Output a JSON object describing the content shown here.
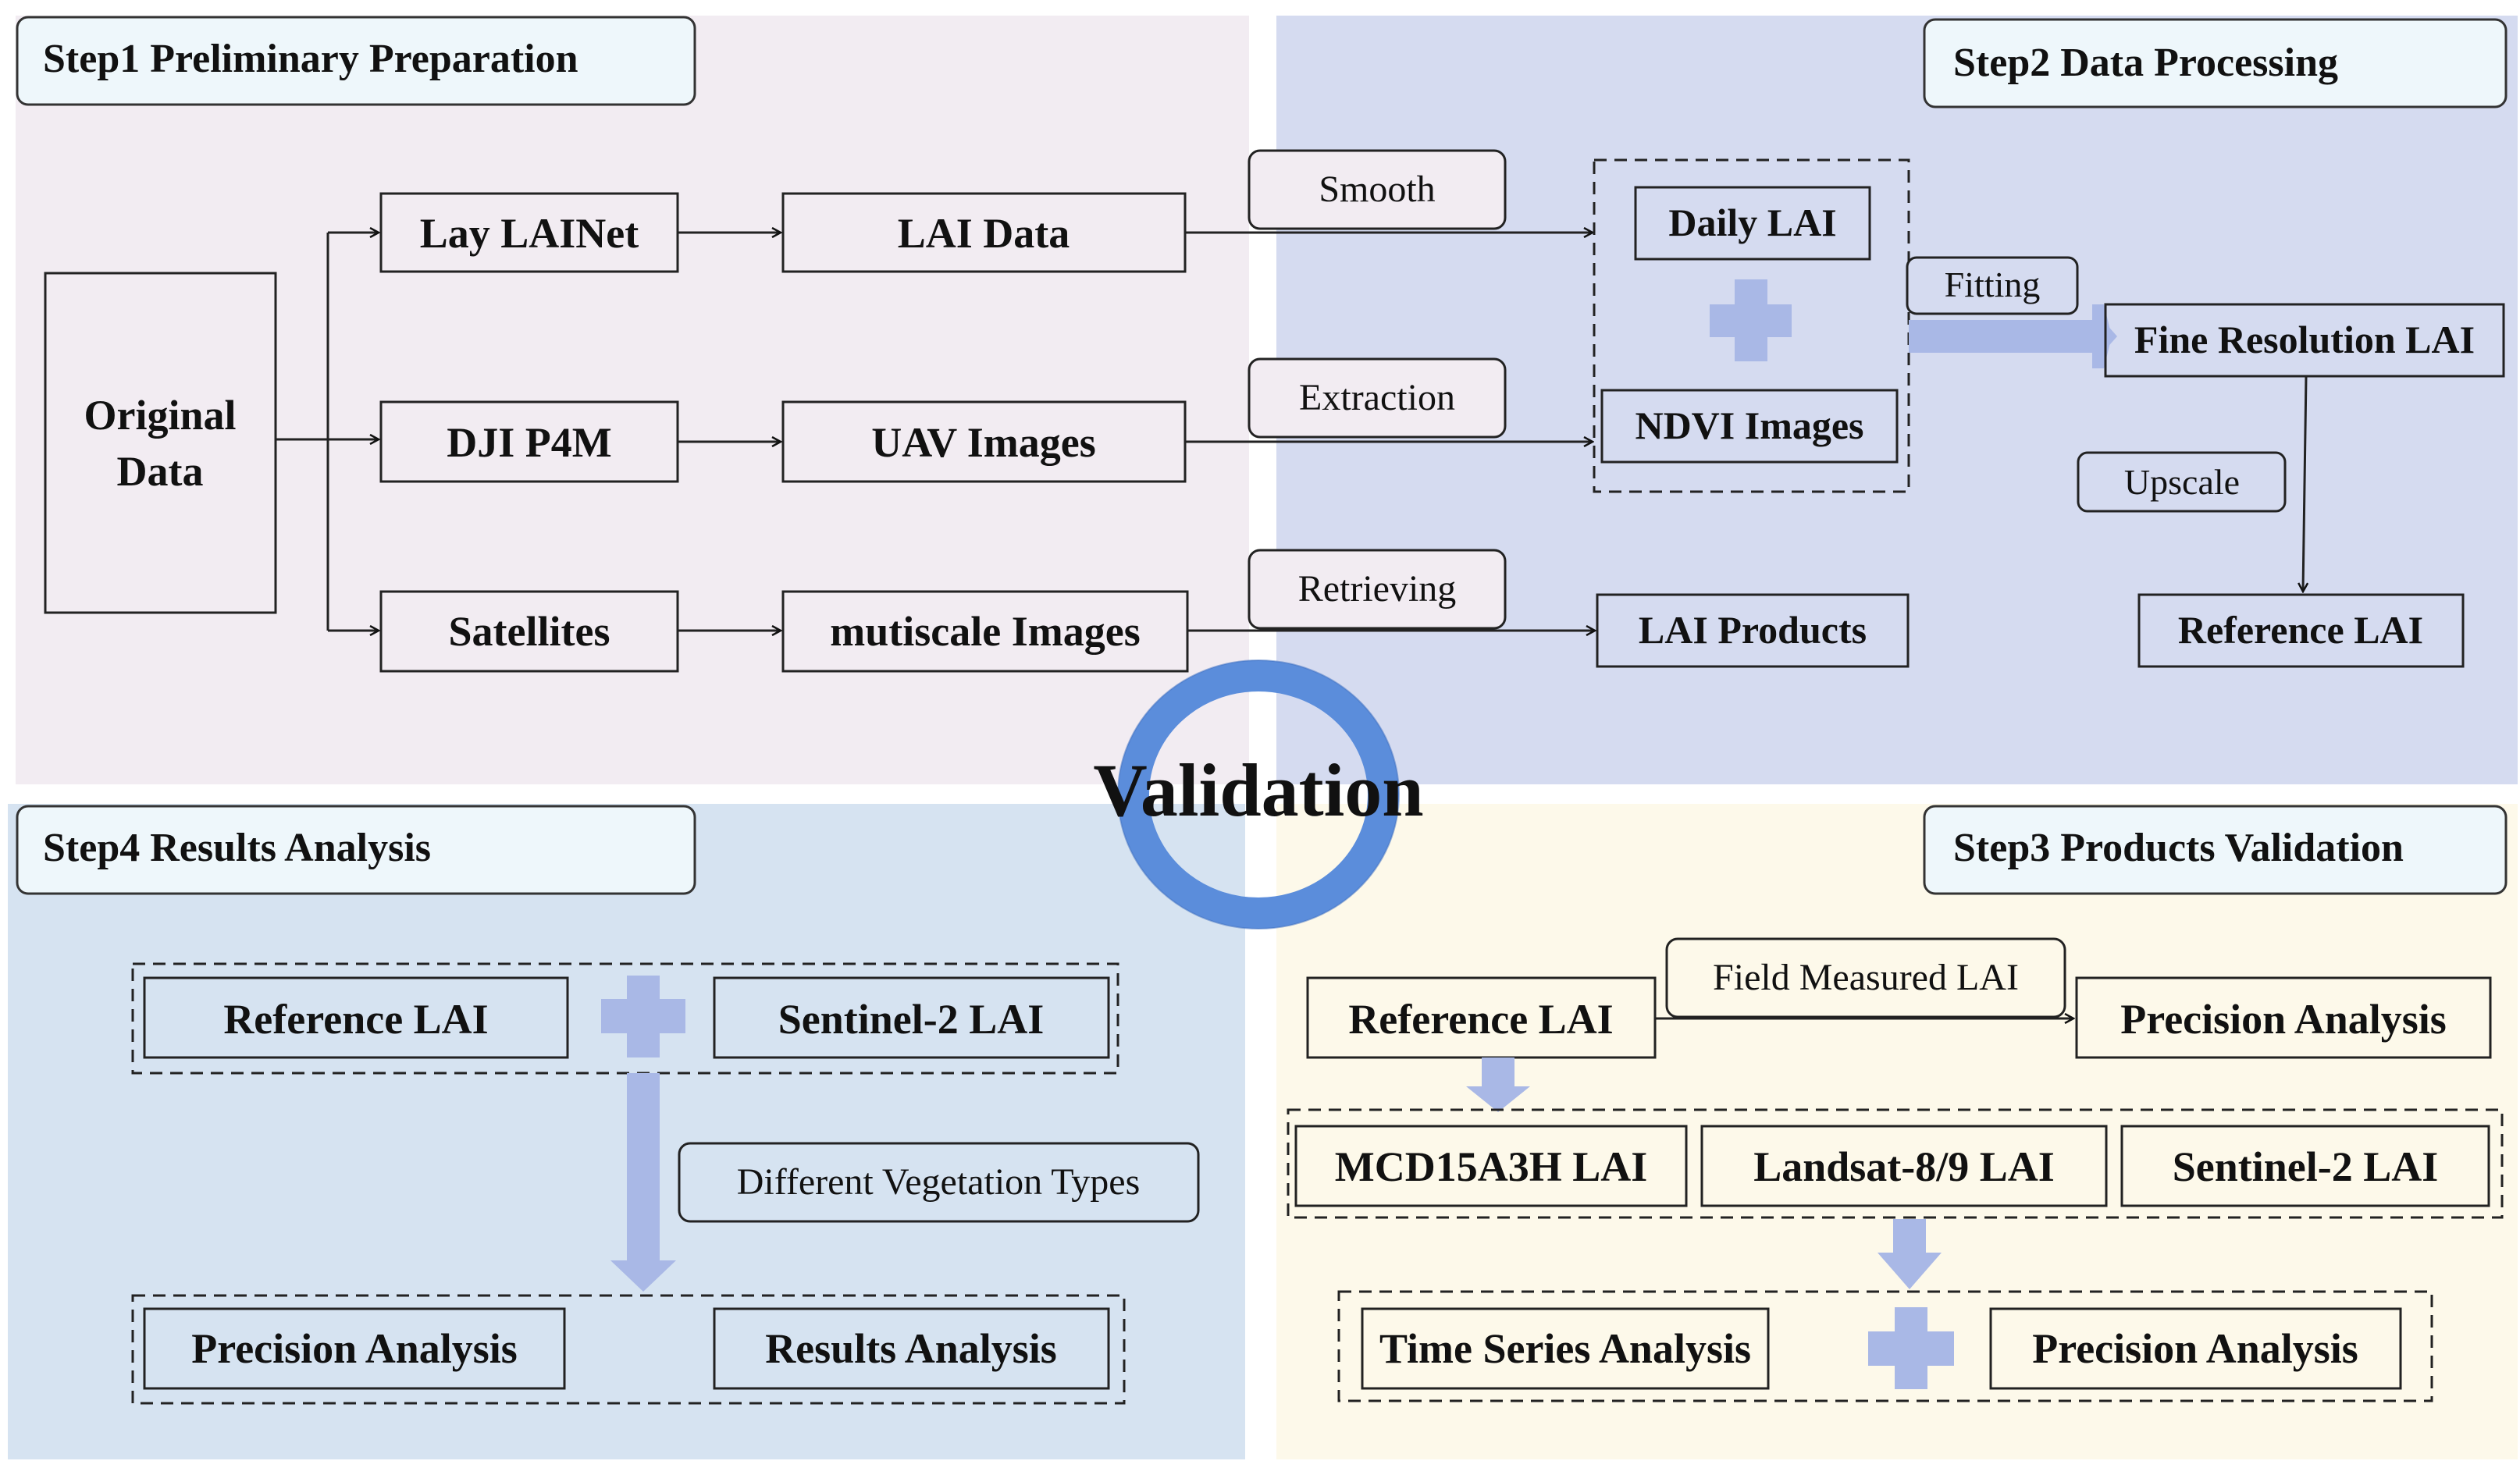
{
  "quadrants": {
    "step1": {
      "title": "Step1 Preliminary Preparation",
      "color": "#f2ecf2"
    },
    "step2": {
      "title": "Step2 Data Processing",
      "color": "#d5dbf0"
    },
    "step3": {
      "title": "Step3 Products Validation",
      "color": "#fdf9ea"
    },
    "step4": {
      "title": "Step4 Results Analysis",
      "color": "#d6e3f1"
    }
  },
  "step1": {
    "origin": {
      "line1": "Original",
      "line2": "Data"
    },
    "sources": [
      "Lay LAINet",
      "DJI P4M",
      "Satellites"
    ],
    "outputs": [
      "LAI Data",
      "UAV Images",
      "mutiscale Images"
    ],
    "edge_labels": [
      "Smooth",
      "Extraction",
      "Retrieving"
    ]
  },
  "step2": {
    "daily_lai": "Daily LAI",
    "ndvi_images": "NDVI Images",
    "lai_products": "LAI Products",
    "fitting": "Fitting",
    "fine_resolution": "Fine Resolution LAI",
    "upscale": "Upscale",
    "reference_lai": "Reference LAI"
  },
  "center": {
    "label": "Validation",
    "ring_color": "#5b8ddb"
  },
  "step3": {
    "reference_lai": "Reference LAI",
    "field_measured": "Field Measured LAI",
    "precision_analysis": "Precision Analysis",
    "products": [
      "MCD15A3H LAI",
      "Landsat-8/9 LAI",
      "Sentinel-2 LAI"
    ],
    "time_series": "Time Series Analysis",
    "precision_analysis_2": "Precision Analysis"
  },
  "step4": {
    "reference_lai": "Reference LAI",
    "sentinel_lai": "Sentinel-2 LAI",
    "veg_types": "Different Vegetation Types",
    "precision_analysis": "Precision Analysis",
    "results_analysis": "Results Analysis"
  },
  "colors": {
    "plus": "#a9b8e6",
    "arrow_fill": "#a9b8e6",
    "title_box": "#eef7fb"
  }
}
